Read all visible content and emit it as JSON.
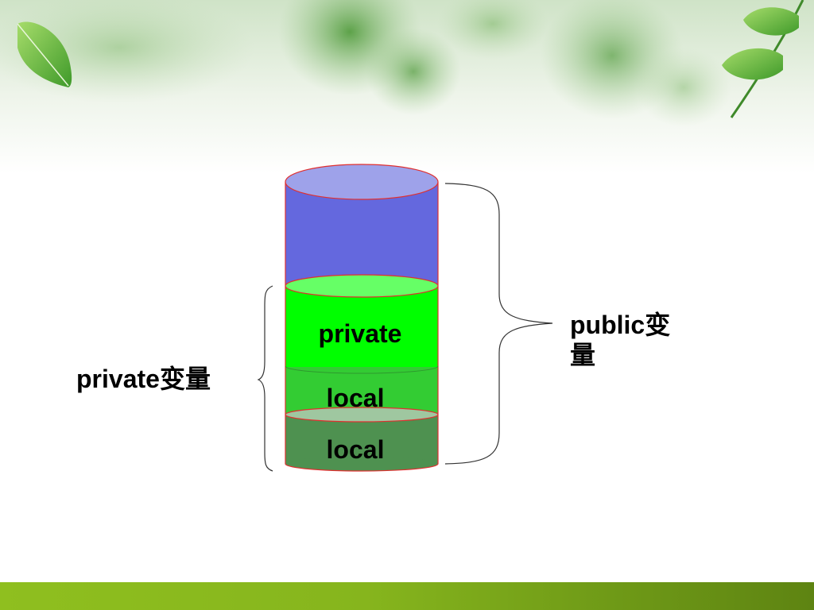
{
  "diagram": {
    "segments": [
      {
        "name": "public-top",
        "label": "",
        "fill": "#6468de",
        "top_fill": "#9ea2ea"
      },
      {
        "name": "private",
        "label": "private",
        "fill": "#00ff00",
        "top_fill": "#66ff66"
      },
      {
        "name": "local-1",
        "label": "local",
        "fill": "#33cc33",
        "top_fill": "#33cc33"
      },
      {
        "name": "local-2",
        "label": "local",
        "fill": "#4e9150",
        "top_fill": "#9fc7a0"
      }
    ],
    "outline_color": "#e03030",
    "left_brace_label": "private变量",
    "right_brace_label_line1": "public变",
    "right_brace_label_line2": "量"
  },
  "theme": {
    "banner": "green leaves",
    "bottom_bar_color": "#7faa1b"
  }
}
